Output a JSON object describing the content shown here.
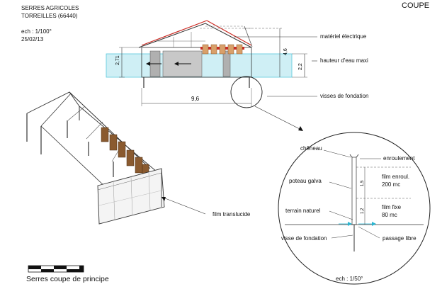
{
  "header": {
    "project_line1": "SERRES AGRICOLES",
    "project_line2": "TORREILLES (66440)",
    "scale": "ech : 1/100°",
    "date": "25/02/13",
    "sheet_title": "COUPE"
  },
  "section": {
    "labels": {
      "electrical": "matériel électrique",
      "max_water": "hauteur d'eau maxi",
      "foundation_screws": "visses de fondation"
    },
    "dimensions": {
      "width": "9,6",
      "height": "4,6",
      "left_height": "2,71",
      "water_height": "2,2"
    }
  },
  "isometric": {
    "label": "film translucide"
  },
  "detail": {
    "labels": {
      "gutter": "chêneau",
      "winding": "enroulement",
      "post": "poteau galva",
      "roll_film_1": "film enroul.",
      "roll_film_2": "200 mc",
      "fixed_film_1": "film fixe",
      "fixed_film_2": "80 mc",
      "ground": "terrain naturel",
      "screw": "visse de fondation",
      "passage": "passage libre"
    },
    "dimensions": {
      "upper": "1,5",
      "lower": "1,2"
    },
    "scale": "ech : 1/50°"
  },
  "footer": {
    "caption": "Serres coupe de principe"
  },
  "colors": {
    "water": "#cfeff5",
    "water_line": "#5ac8dc",
    "red": "#cc2a22",
    "orange": "#d9a06a",
    "brown": "#8a5a2f",
    "wall_grey": "#b0b0b0",
    "cyan_arrow": "#29b5d1"
  }
}
